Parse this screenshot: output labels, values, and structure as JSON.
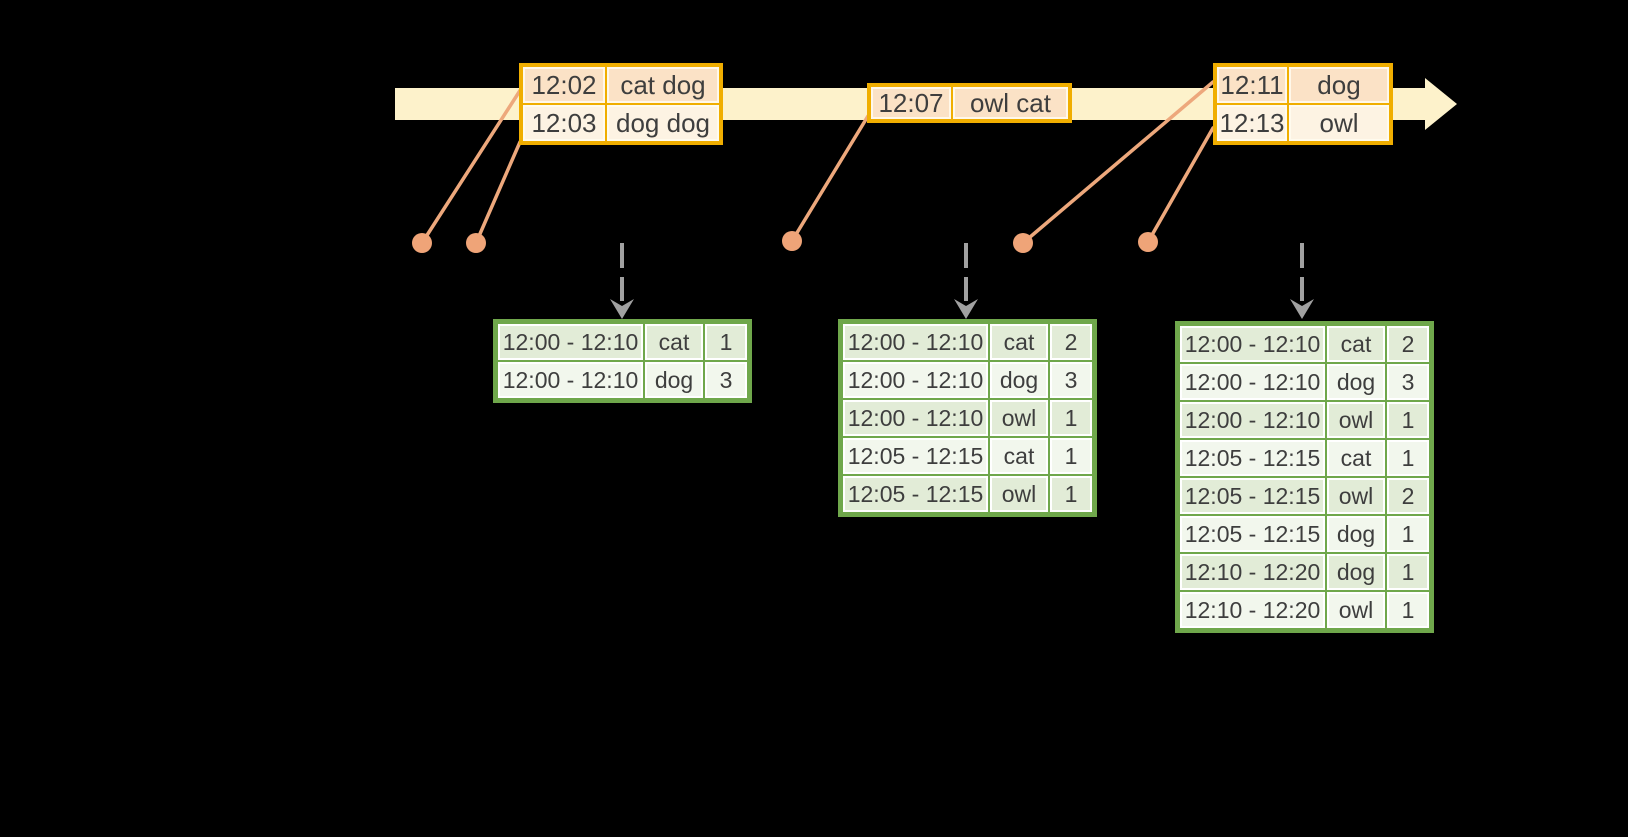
{
  "diagram": {
    "kind": "event-time windowed word-count streaming diagram",
    "colors": {
      "background": "#000000",
      "timeline_fill": "#fdf2cb",
      "event_table_border": "#f0ae00",
      "event_fill_dark": "#fbe2c6",
      "event_fill_light": "#fdf3e3",
      "connector_salmon": "#eda87c",
      "dot_salmon": "#efa478",
      "trigger_arrow_gray": "#a1a1a1",
      "result_table_border": "#6fa74b",
      "result_fill_dark": "#e2ecd7",
      "result_fill_light": "#f2f7ed",
      "text": "#3e3e3e"
    }
  },
  "event_tables": [
    {
      "rows": [
        {
          "time": "12:02",
          "words": "cat dog"
        },
        {
          "time": "12:03",
          "words": "dog dog"
        }
      ]
    },
    {
      "rows": [
        {
          "time": "12:07",
          "words": "owl cat"
        }
      ]
    },
    {
      "rows": [
        {
          "time": "12:11",
          "words": "dog"
        },
        {
          "time": "12:13",
          "words": "owl"
        }
      ]
    }
  ],
  "result_tables": [
    {
      "rows": [
        {
          "window": "12:00 - 12:10",
          "word": "cat",
          "count": "1"
        },
        {
          "window": "12:00 - 12:10",
          "word": "dog",
          "count": "3"
        }
      ]
    },
    {
      "rows": [
        {
          "window": "12:00 - 12:10",
          "word": "cat",
          "count": "2"
        },
        {
          "window": "12:00 - 12:10",
          "word": "dog",
          "count": "3"
        },
        {
          "window": "12:00 - 12:10",
          "word": "owl",
          "count": "1"
        },
        {
          "window": "12:05 - 12:15",
          "word": "cat",
          "count": "1"
        },
        {
          "window": "12:05 - 12:15",
          "word": "owl",
          "count": "1"
        }
      ]
    },
    {
      "rows": [
        {
          "window": "12:00 - 12:10",
          "word": "cat",
          "count": "2"
        },
        {
          "window": "12:00 - 12:10",
          "word": "dog",
          "count": "3"
        },
        {
          "window": "12:00 - 12:10",
          "word": "owl",
          "count": "1"
        },
        {
          "window": "12:05 - 12:15",
          "word": "cat",
          "count": "1"
        },
        {
          "window": "12:05 - 12:15",
          "word": "owl",
          "count": "2"
        },
        {
          "window": "12:05 - 12:15",
          "word": "dog",
          "count": "1"
        },
        {
          "window": "12:10 - 12:20",
          "word": "dog",
          "count": "1"
        },
        {
          "window": "12:10 - 12:20",
          "word": "owl",
          "count": "1"
        }
      ]
    }
  ]
}
